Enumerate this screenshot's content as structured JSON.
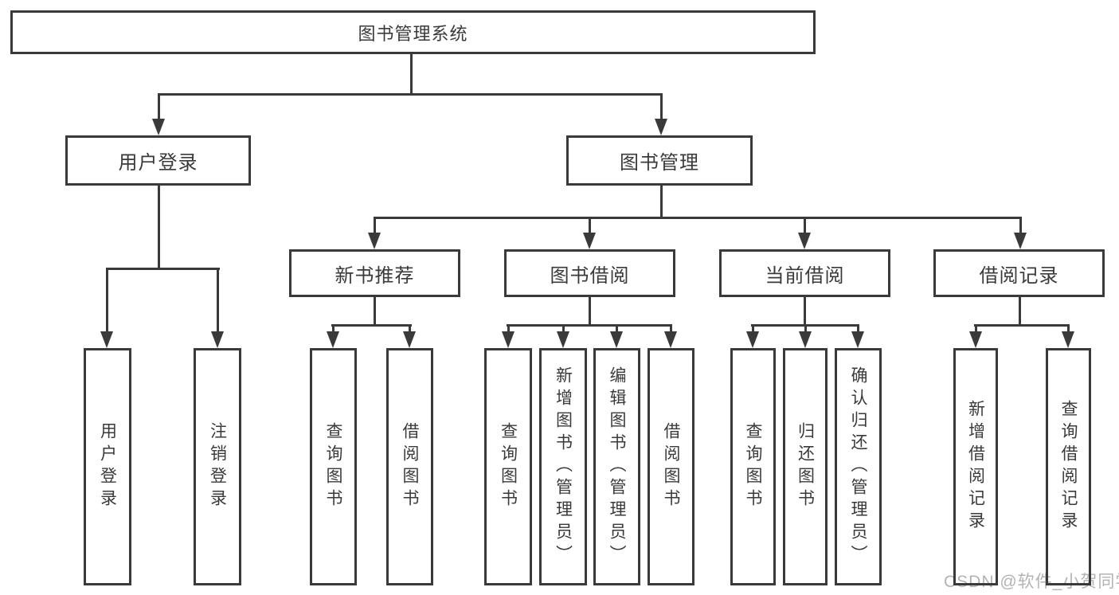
{
  "diagram": {
    "root": {
      "label": "图书管理系统"
    },
    "level2": [
      {
        "label": "用户登录"
      },
      {
        "label": "图书管理"
      }
    ],
    "level3": [
      {
        "label": "新书推荐"
      },
      {
        "label": "图书借阅"
      },
      {
        "label": "当前借阅"
      },
      {
        "label": "借阅记录"
      }
    ],
    "leaves": {
      "user_login": [
        {
          "label": "用户登录"
        },
        {
          "label": "注销登录"
        }
      ],
      "new_book_recommend": [
        {
          "label": "查询图书"
        },
        {
          "label": "借阅图书"
        }
      ],
      "book_borrow": [
        {
          "label": "查询图书"
        },
        {
          "label": "新增图书（管理员）"
        },
        {
          "label": "编辑图书（管理员）"
        },
        {
          "label": "借阅图书"
        }
      ],
      "current_borrow": [
        {
          "label": "查询图书"
        },
        {
          "label": "归还图书"
        },
        {
          "label": "确认归还（管理员）"
        }
      ],
      "borrow_records": [
        {
          "label": "新增借阅记录"
        },
        {
          "label": "查询借阅记录"
        }
      ]
    },
    "colors": {
      "line": "#3a3a3a",
      "text": "#3a3a3a",
      "watermark": "#b3b3b3",
      "background": "#ffffff"
    }
  },
  "watermark": {
    "text": "CSDN @软件_小贺同学"
  }
}
